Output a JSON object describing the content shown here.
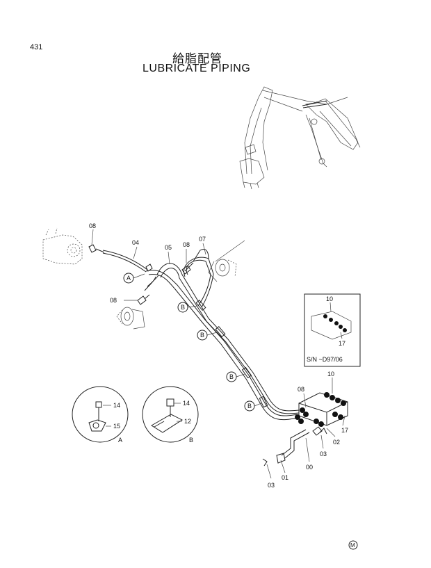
{
  "page_number": "431",
  "title_japanese": "給脂配管",
  "title_english": "LUBRICATE PIPING",
  "callouts": {
    "c08a": "08",
    "c04": "04",
    "c05": "05",
    "c08b": "08",
    "c07": "07",
    "c08c": "08",
    "c10a": "10",
    "c17a": "17",
    "c08d": "08",
    "c10b": "10",
    "c17b": "17",
    "c02": "02",
    "c03a": "03",
    "c00": "00",
    "c01": "01",
    "c03b": "03",
    "c14a": "14",
    "c15": "15",
    "c14b": "14",
    "c12": "12"
  },
  "view_markers": {
    "a": "A",
    "b1": "B",
    "b2": "B",
    "b3": "B",
    "b4": "B"
  },
  "detail_labels": {
    "a": "A",
    "b": "B"
  },
  "serial_note": "S/N  ~D97/06",
  "footer_mark": "M"
}
